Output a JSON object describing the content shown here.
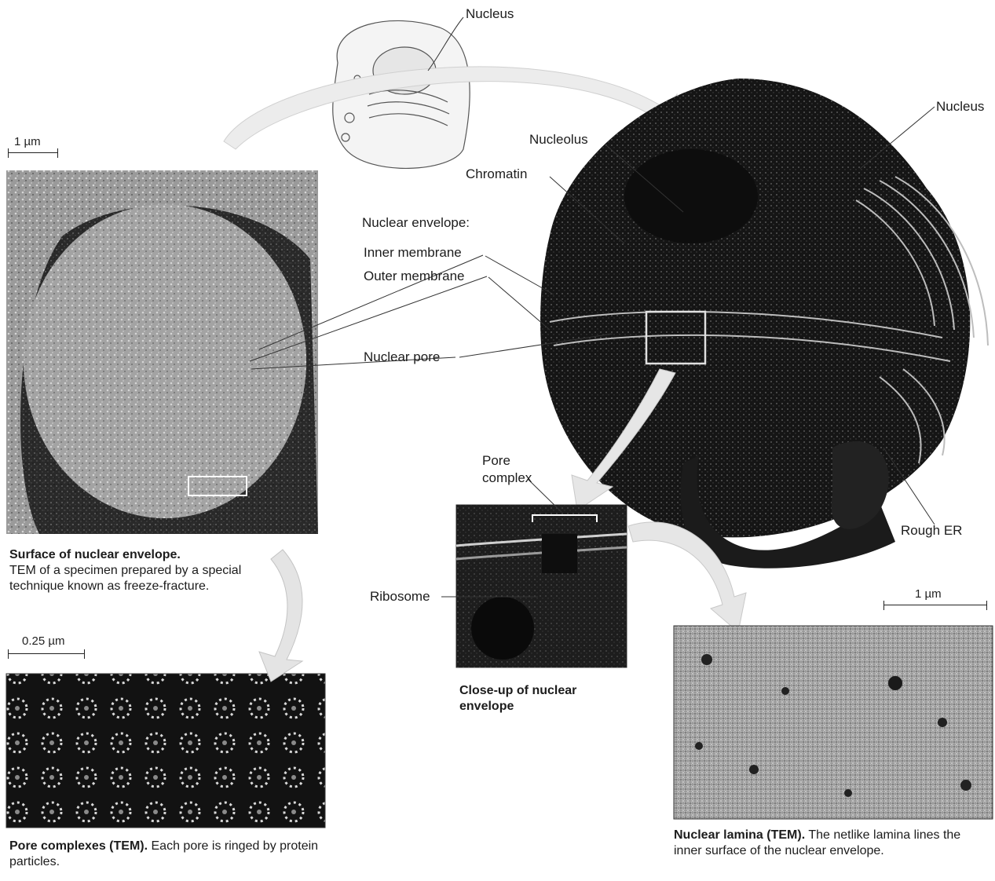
{
  "labels": {
    "nucleus_top": "Nucleus",
    "nucleus_right": "Nucleus",
    "nucleolus": "Nucleolus",
    "chromatin": "Chromatin",
    "nuclear_envelope": "Nuclear envelope:",
    "inner_membrane": "Inner membrane",
    "outer_membrane": "Outer membrane",
    "nuclear_pore": "Nuclear pore",
    "rough_er": "Rough ER",
    "pore_complex_line1": "Pore",
    "pore_complex_line2": "complex",
    "ribosome": "Ribosome"
  },
  "scale_bars": {
    "surface": "1 µm",
    "pores": "0.25 µm",
    "lamina": "1 µm"
  },
  "captions": {
    "surface_title": "Surface of nuclear envelope.",
    "surface_text": "TEM of a specimen prepared by a special technique known as freeze-fracture.",
    "closeup_title": "Close-up of nuclear envelope",
    "pores_title": "Pore complexes (TEM).",
    "pores_text": "Each pore is ringed by protein particles.",
    "lamina_title": "Nuclear lamina (TEM).",
    "lamina_text": "The netlike lamina lines the inner surface of the nuclear envelope."
  },
  "colors": {
    "micrograph_dark": "#1e1e1e",
    "micrograph_mid": "#777777",
    "micrograph_light": "#d8d8d8",
    "arrow_fill": "#e4e4e4"
  }
}
